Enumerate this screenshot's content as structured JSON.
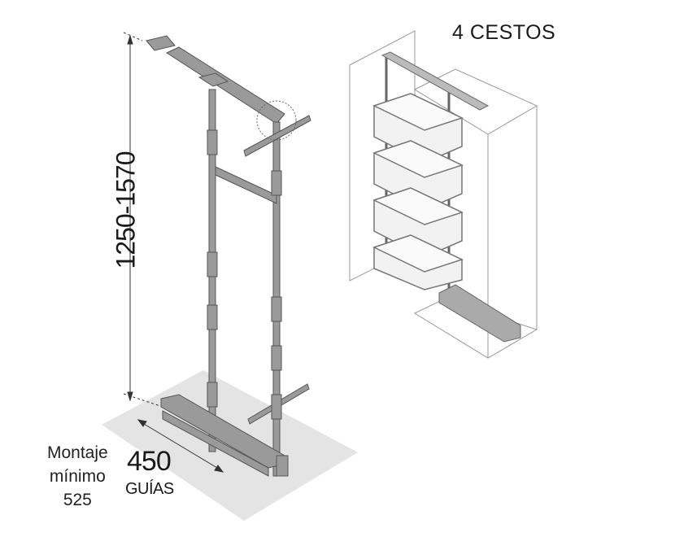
{
  "title": "4 CESTOS",
  "height_dimension": "1250-1570",
  "min_mounting": {
    "line1": "Montaje",
    "line2": "mínimo",
    "value": "525"
  },
  "guides": {
    "value": "450",
    "label": "GUÍAS"
  },
  "colors": {
    "frame": "#8a8a8a",
    "floor": "#e6e6e6",
    "basket": "#f2f2f2",
    "text": "#1a1a1a"
  }
}
